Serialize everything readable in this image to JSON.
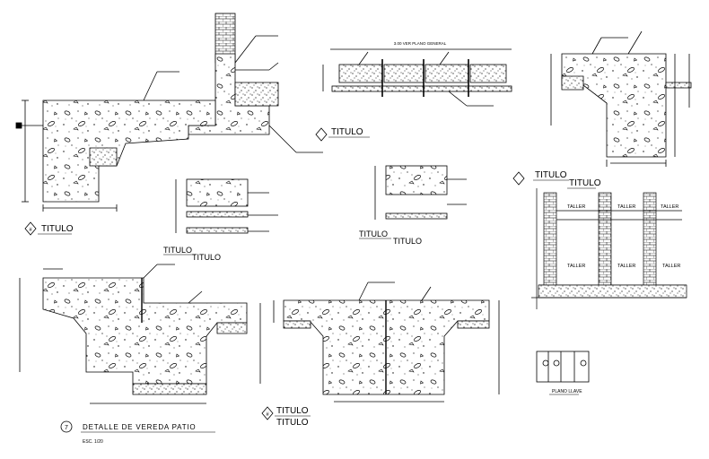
{
  "sheet": {
    "background": "#ffffff",
    "line_color": "#000000"
  },
  "details": {
    "d1": {
      "number": "#",
      "title": "TITULO"
    },
    "d2": {
      "title": "TITULO",
      "note": "3.00 VER PLANO GENERAL"
    },
    "d3": {
      "title": "TITULO"
    },
    "d4": {
      "title": "TITULO",
      "title2": "TITULO"
    },
    "d5": {
      "title": "TITULO"
    },
    "d6": {
      "number": "#",
      "title": "TITULO",
      "plan_title": "TITULO",
      "room_labels": [
        "TALLER",
        "TALLER",
        "TALLER",
        "TALLER",
        "TALLER",
        "TALLER"
      ]
    },
    "d7": {
      "number": "7",
      "title": "DETALLE DE VEREDA PATIO",
      "scale": "ESC. 1/20"
    },
    "d8": {
      "number": "#",
      "title": "TITULO",
      "title2": "TITULO"
    },
    "d9": {
      "title": "PLANO LLAVE"
    }
  }
}
